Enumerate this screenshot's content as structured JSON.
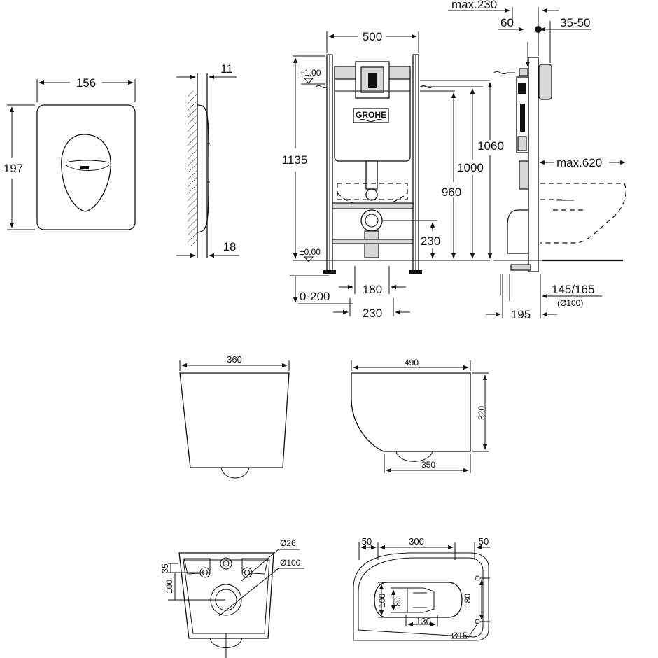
{
  "flush_plate": {
    "width": "156",
    "height": "197"
  },
  "plate_side": {
    "depth_a": "11",
    "depth_b": "18"
  },
  "frame_front": {
    "width": "500",
    "brand": "GROHE",
    "level_plus": "+1,00",
    "level_zero": "±0,00",
    "height_total": "1135",
    "height_a": "1060",
    "height_b": "1000",
    "height_c": "960",
    "height_d": "230",
    "feet_adjust": "0-200",
    "pipe_spacing": "180",
    "outer_spacing": "230"
  },
  "frame_side": {
    "max_top": "max.230",
    "offset": "60",
    "wall_depth": "35-50",
    "bowl_projection": "max.620",
    "depth": "145/165",
    "pipe_dia": "(Ø100)",
    "base": "195"
  },
  "bowl_front": {
    "width": "360"
  },
  "bowl_side": {
    "length": "490",
    "height": "320",
    "base": "350"
  },
  "bowl_back": {
    "d_small": "Ø26",
    "d_large": "Ø100",
    "offset_small": "35",
    "offset_large": "100"
  },
  "bowl_top": {
    "margin_left": "50",
    "center": "300",
    "margin_right": "50",
    "inner_w": "100",
    "inner_h": "80",
    "inner_len": "130",
    "holes": "180",
    "hole_d": "Ø15"
  }
}
